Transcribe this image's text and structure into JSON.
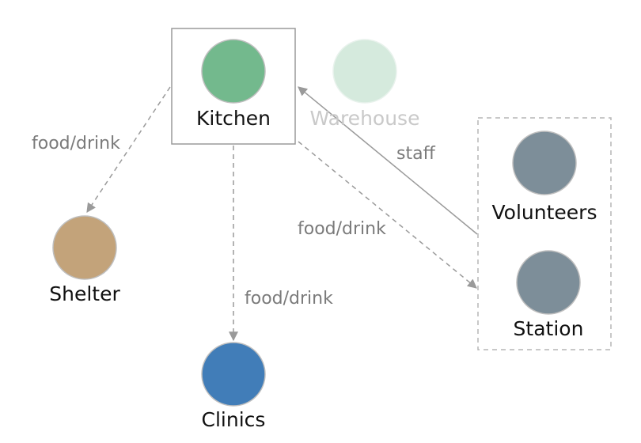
{
  "nodes": {
    "kitchen": {
      "label": "Kitchen",
      "color": "#73b98d"
    },
    "warehouse": {
      "label": "Warehouse",
      "color": "#d5eadd"
    },
    "volunteers": {
      "label": "Volunteers",
      "color": "#7d8e99"
    },
    "station": {
      "label": "Station",
      "color": "#7d8e99"
    },
    "shelter": {
      "label": "Shelter",
      "color": "#c3a37a"
    },
    "clinics": {
      "label": "Clinics",
      "color": "#417db8"
    }
  },
  "edges": {
    "kitchen_shelter": {
      "label": "food/drink",
      "style": "dashed"
    },
    "kitchen_clinics": {
      "label": "food/drink",
      "style": "dashed"
    },
    "kitchen_group": {
      "label": "food/drink",
      "style": "dashed"
    },
    "group_kitchen": {
      "label": "staff",
      "style": "solid"
    }
  },
  "colors": {
    "edge": "#9a9a9a",
    "group_border": "#b5b5b5",
    "highlight_border": "#9a9a9a"
  }
}
